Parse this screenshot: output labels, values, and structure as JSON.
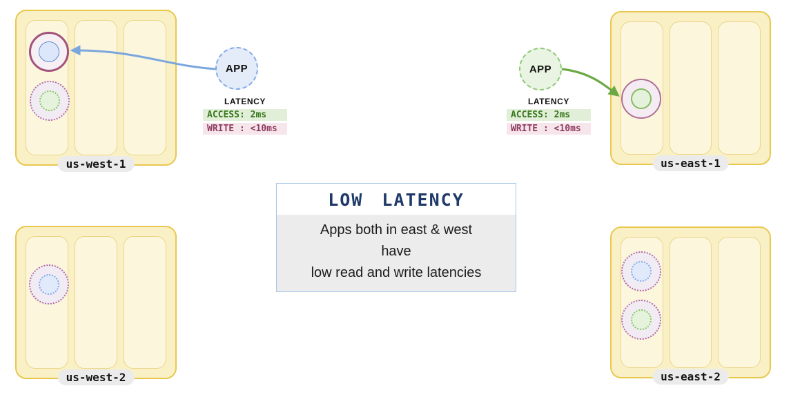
{
  "regions": [
    {
      "label": "us-west-1",
      "replicas": [
        "leaseholder-blue-solid",
        "follower-green-dotted"
      ]
    },
    {
      "label": "us-east-1",
      "replicas": [
        "active-green-solid"
      ]
    },
    {
      "label": "us-west-2",
      "replicas": [
        "follower-blue-dotted"
      ]
    },
    {
      "label": "us-east-2",
      "replicas": [
        "follower-blue-dotted",
        "follower-green-dotted"
      ]
    }
  ],
  "apps": {
    "west": {
      "label": "APP",
      "latency_title": "LATENCY",
      "access_label": "ACCESS: 2ms",
      "write_label": "WRITE : <10ms"
    },
    "east": {
      "label": "APP",
      "latency_title": "LATENCY",
      "access_label": "ACCESS: 2ms",
      "write_label": "WRITE : <10ms"
    }
  },
  "callout": {
    "title": "LOW LATENCY",
    "lines": [
      "Apps both in east & west",
      "have",
      "low read and write latencies"
    ]
  },
  "colors": {
    "region_fill": "#FAF0C6",
    "region_border": "#E8C84E",
    "column_fill": "#FCF6DC",
    "column_border": "#EBD587",
    "label_pill_bg": "#EBEBEB",
    "app_west_fill": "#E4ECFA",
    "app_west_border": "#84A9E4",
    "app_east_fill": "#E9F4E2",
    "app_east_border": "#8FC878",
    "access_badge_bg": "#E2EFD8",
    "access_badge_text": "#38761D",
    "write_badge_bg": "#F6E5EB",
    "write_badge_text": "#8E3B5F",
    "arrow_west": "#7AA7DE",
    "arrow_east": "#6CA945",
    "callout_border": "#A9C7E7",
    "callout_title_text": "#1F3A68",
    "callout_body_bg": "#ECECEC",
    "replica_ring_solid": "#A2537B",
    "replica_ring_dotted": "#B5699E",
    "replica_core_blue": "#5C8BD8",
    "replica_core_green": "#83BC60"
  }
}
